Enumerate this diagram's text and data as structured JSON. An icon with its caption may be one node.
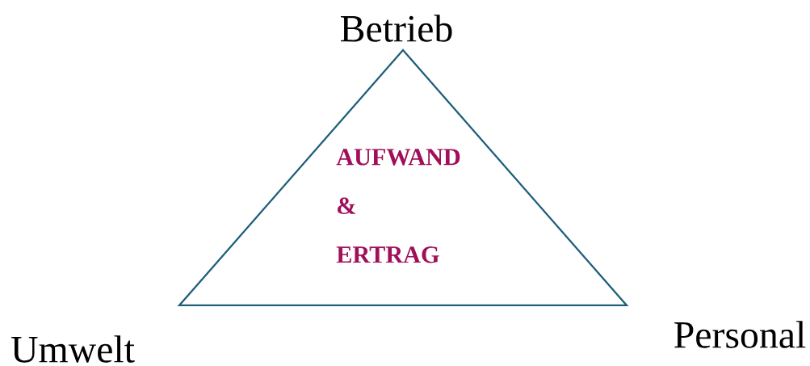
{
  "diagram": {
    "nodes": [
      {
        "text": [
          "AUFWAND & ERTRAG"
        ]
      }
    ],
    "labels": [
      "Betrieb",
      "Umwelt",
      "Personal"
    ]
  }
}
